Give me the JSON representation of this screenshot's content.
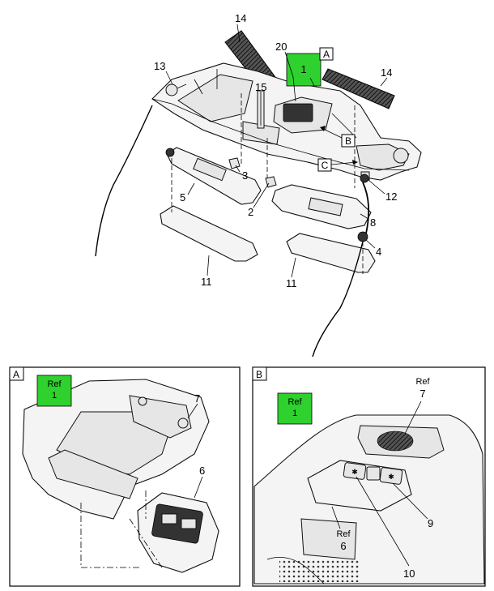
{
  "colors": {
    "highlight": "#2ed12e",
    "stroke": "#000000",
    "part_fill": "#f4f4f4"
  },
  "main": {
    "callouts": {
      "c14a": "14",
      "c14b": "14",
      "c20": "20",
      "c13": "13",
      "c15": "15",
      "c3": "3",
      "c5": "5",
      "c2": "2",
      "c12": "12",
      "c8": "8",
      "c4": "4",
      "c11a": "11",
      "c11b": "11"
    },
    "highlight_label": "1",
    "view_markers": {
      "a": "A",
      "b": "B",
      "c": "C"
    }
  },
  "detail_a": {
    "letter": "A",
    "ref_label": "Ref",
    "ref_num": "1",
    "callouts": {
      "c7": "7",
      "c6": "6"
    }
  },
  "detail_b": {
    "letter": "B",
    "ref1_label": "Ref",
    "ref1_num": "1",
    "ref7_label": "Ref",
    "ref7_num": "7",
    "ref6_label": "Ref",
    "ref6_num": "6",
    "callouts": {
      "c9": "9",
      "c10": "10"
    }
  }
}
